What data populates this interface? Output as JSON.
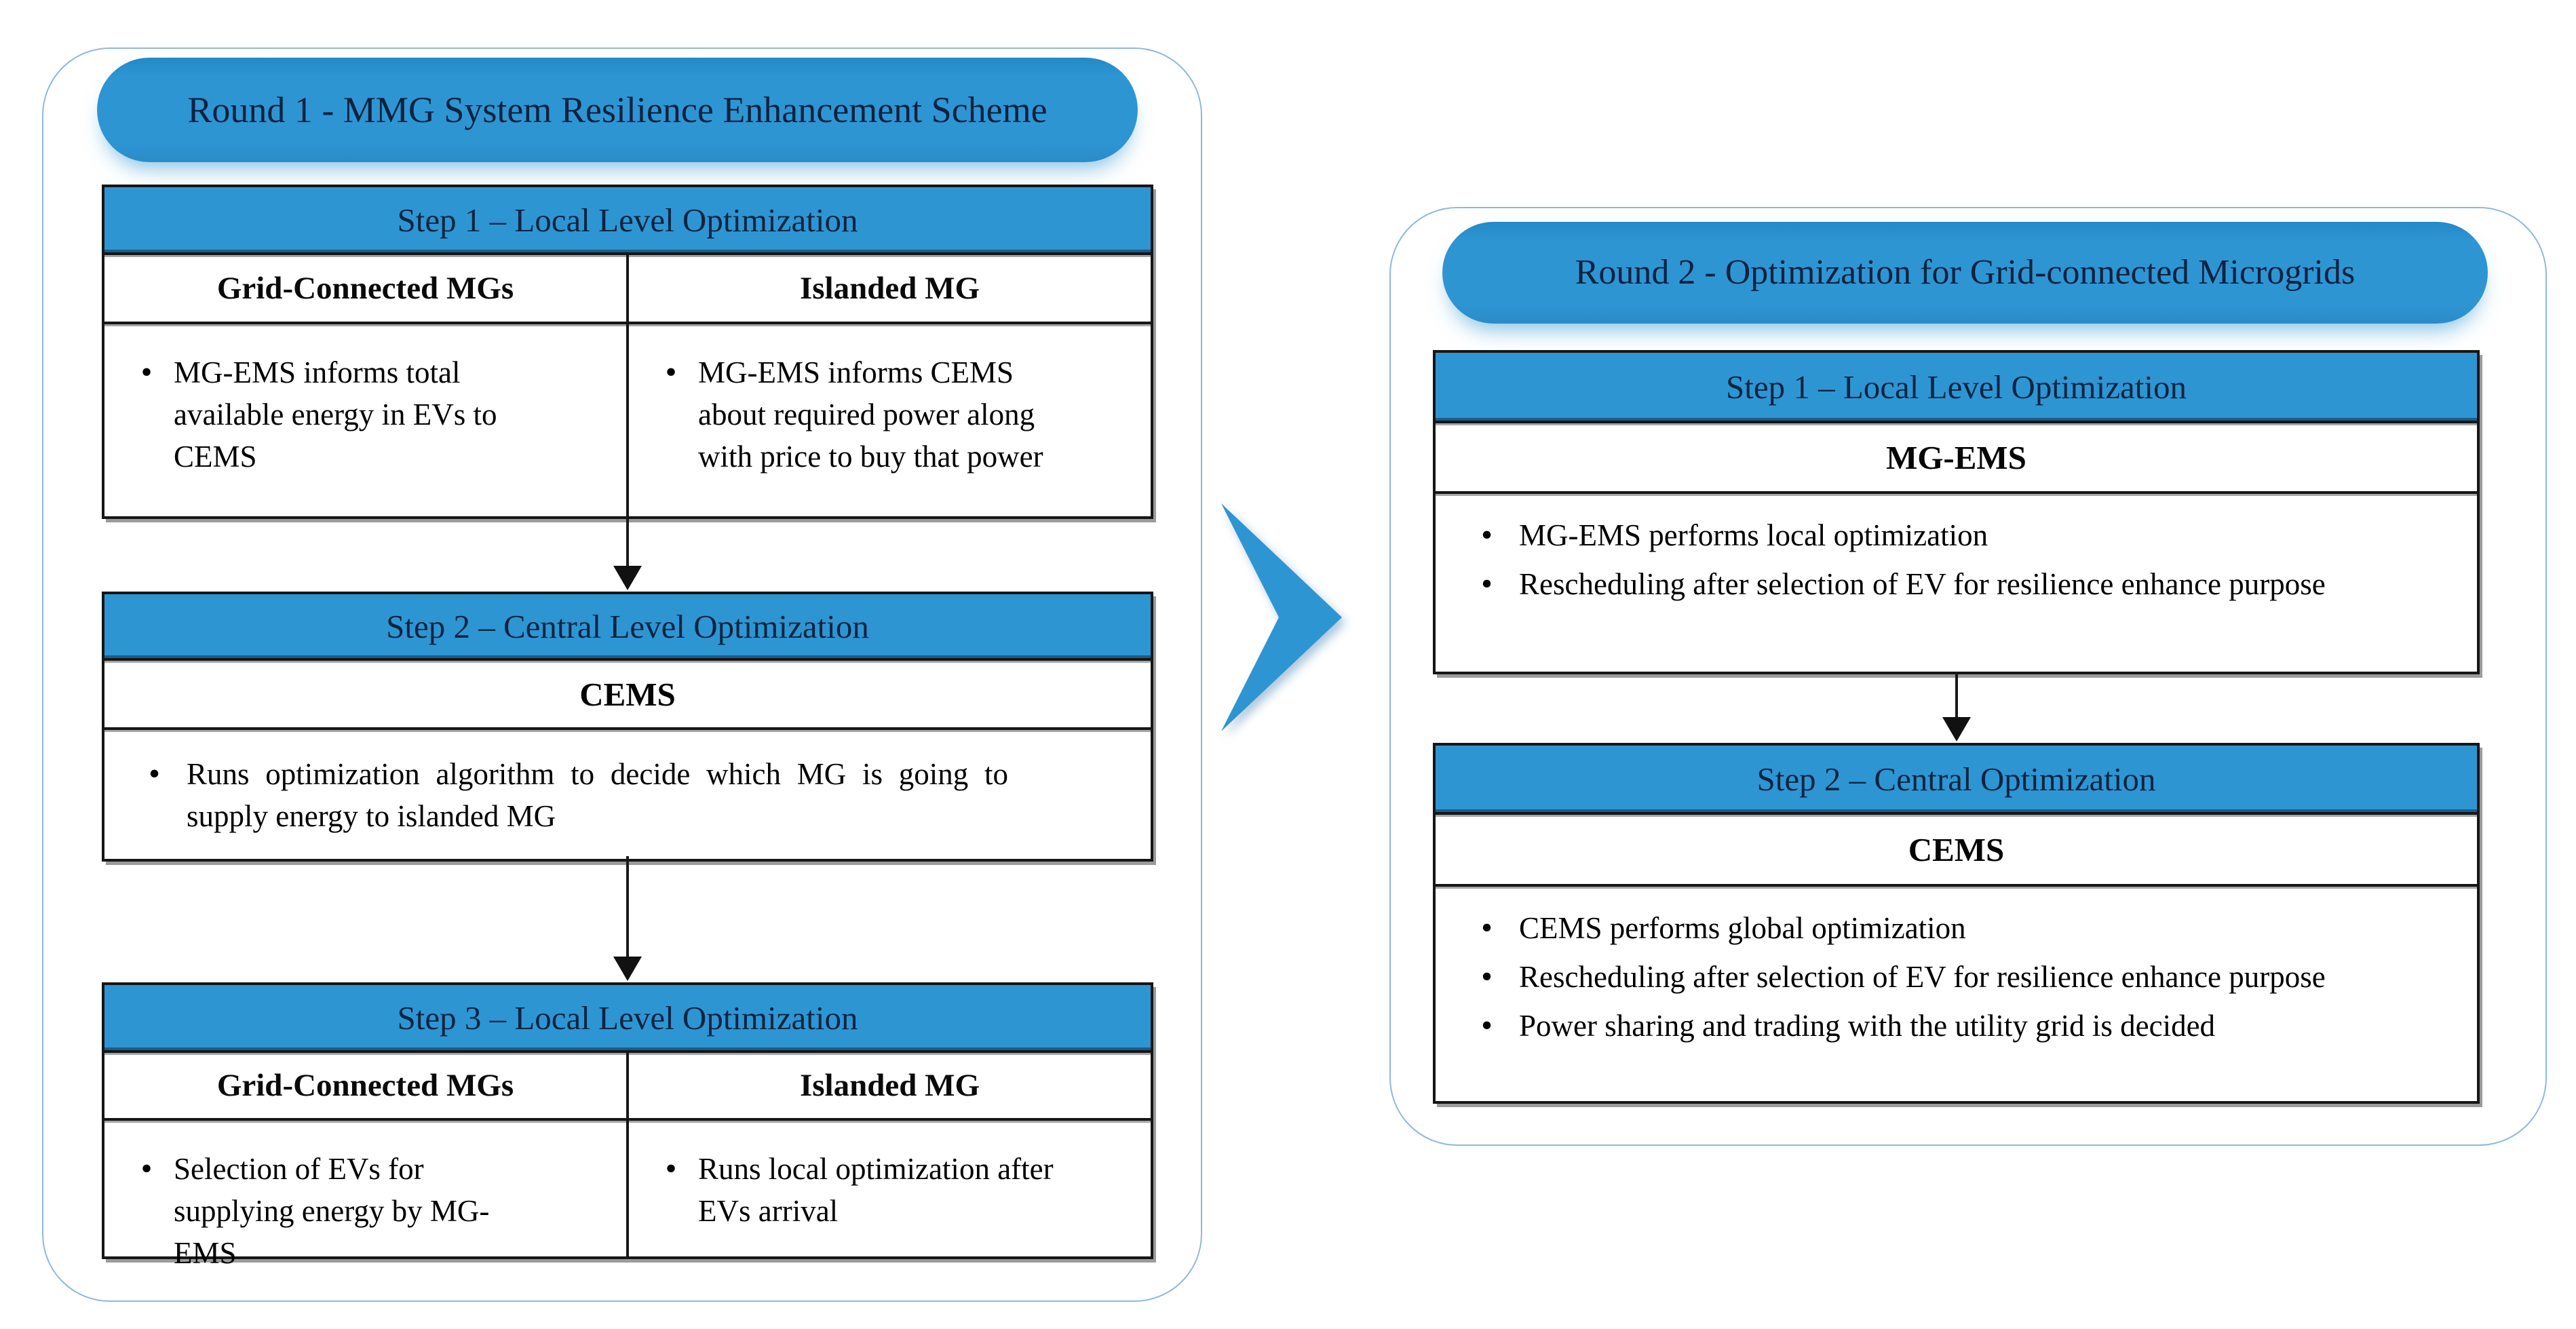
{
  "figure": {
    "type": "two-round resilience flow diagram"
  },
  "colors": {
    "accent_blue": "#2E95D3",
    "header_text": "#0E2240",
    "body_text": "#000000",
    "table_border": "#161616",
    "panel_border": "#8FB8DC",
    "table_shadow": "#9B9B9B",
    "arrow_black": "#1A1A1A"
  },
  "round1": {
    "title": "Round 1 - MMG System Resilience Enhancement Scheme",
    "step1": {
      "header": "Step 1 – Local Level Optimization",
      "col1_title": "Grid-Connected MGs",
      "col2_title": "Islanded MG",
      "col1_bullet": "MG-EMS informs total available energy in EVs to CEMS",
      "col2_bullet": "MG-EMS informs CEMS about required power along with price to buy that power"
    },
    "step2": {
      "header": "Step  2 – Central Level Optimization",
      "subheader": "CEMS",
      "bullet": "Runs optimization algorithm to decide which MG is going to supply energy to islanded MG"
    },
    "step3": {
      "header": "Step 3 – Local Level Optimization",
      "col1_title": "Grid-Connected MGs",
      "col2_title": "Islanded MG",
      "col1_bullet": "Selection of EVs for supplying energy by MG-EMS",
      "col2_bullet": "Runs local optimization after EVs arrival"
    }
  },
  "round2": {
    "title": "Round 2 - Optimization for Grid-connected Microgrids",
    "step1": {
      "header": "Step 1 – Local Level Optimization",
      "subheader": "MG-EMS",
      "bullets": [
        "MG-EMS performs local optimization",
        "Rescheduling after selection of EV for resilience enhance purpose"
      ]
    },
    "step2": {
      "header": "Step 2  – Central Optimization",
      "subheader": "CEMS",
      "bullets": [
        "CEMS performs global optimization",
        "Rescheduling after selection of EV for resilience enhance purpose",
        "Power sharing and trading with the utility grid is decided"
      ]
    }
  }
}
